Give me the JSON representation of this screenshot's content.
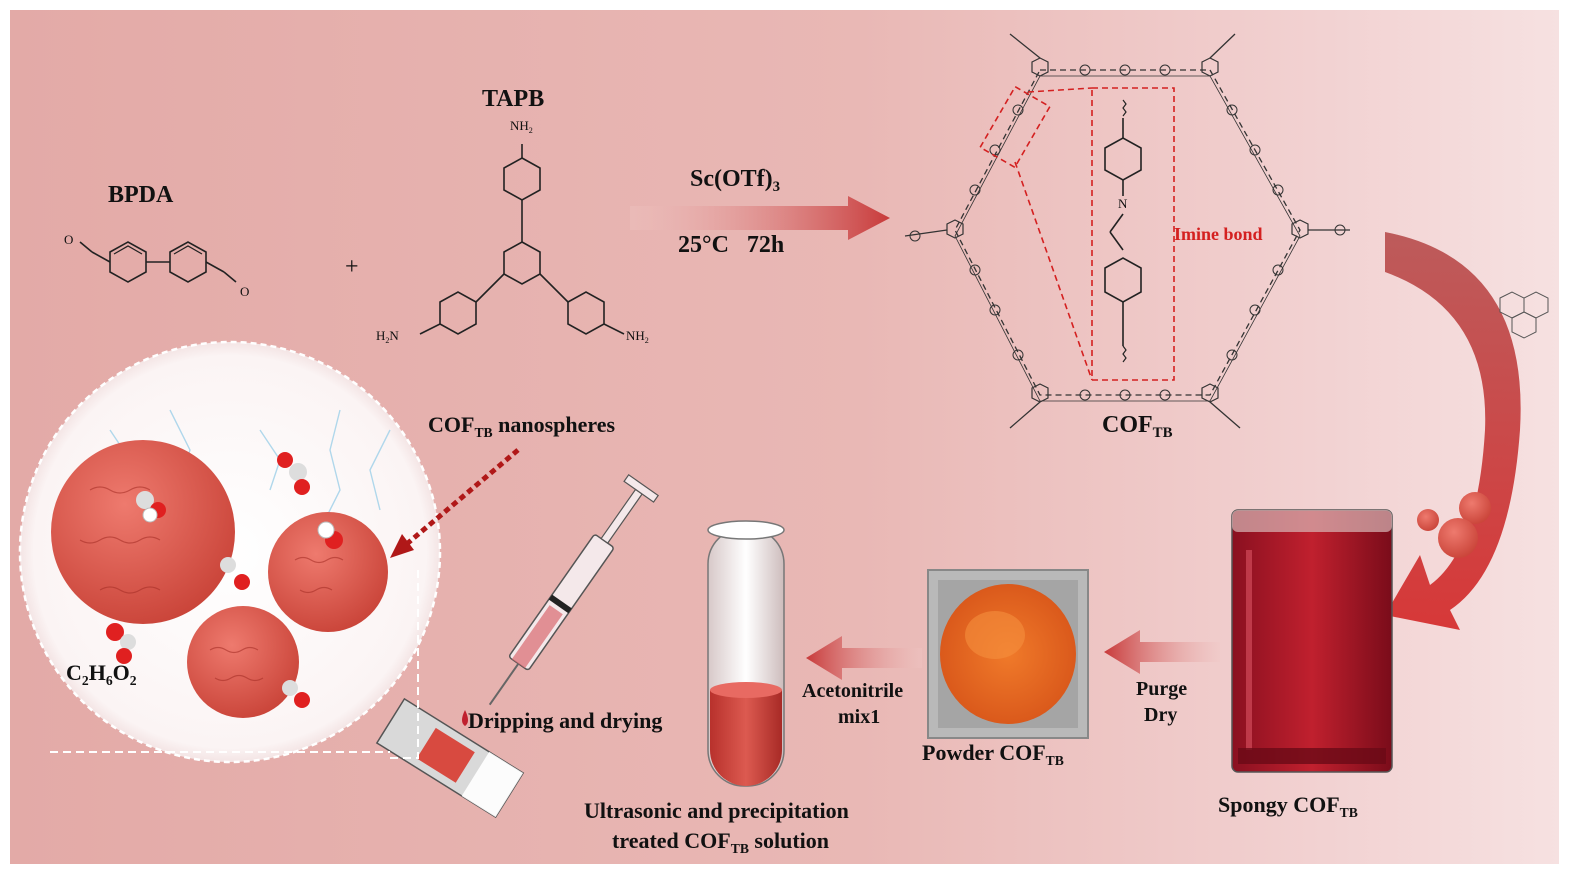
{
  "reagents": {
    "bpda": "BPDA",
    "tapb": "TAPB",
    "plus": "+",
    "nh2": "NH",
    "nh2_sub": "2",
    "h2n": "H",
    "h2n_sub": "2",
    "h2n_n": "N",
    "o": "O"
  },
  "reaction": {
    "catalyst": "Sc(OTf)",
    "catalyst_sub": "3",
    "conditions": "25°C   72h"
  },
  "framework": {
    "name": "COF",
    "name_sub": "TB",
    "imine_label": "Imine bond",
    "n_atom": "N"
  },
  "products": {
    "spongy": "Spongy COF",
    "spongy_sub": "TB",
    "powder": "Powder COF",
    "powder_sub": "TB",
    "solution_line1": "Ultrasonic and precipitation",
    "solution_line2": "treated COF",
    "solution_line2_sub": "TB",
    "solution_line2_tail": " solution"
  },
  "steps": {
    "purge": "Purge",
    "dry": "Dry",
    "acetonitrile": "Acetonitrile",
    "mix": "mix1",
    "dripping": "Dripping and drying"
  },
  "inset": {
    "nanospheres": "COF",
    "nanospheres_sub": "TB",
    "nanospheres_tail": " nanospheres",
    "ethylene_glycol": "C",
    "eg_sub1": "2",
    "eg_h": "H",
    "eg_sub2": "6",
    "eg_o": "O",
    "eg_sub3": "2"
  },
  "colors": {
    "background": "#e3aaa7",
    "arrow_red": "#c83a3a",
    "cof_red": "#d9534f",
    "powder_orange": "#e8621f",
    "imine_red": "#d42020"
  }
}
